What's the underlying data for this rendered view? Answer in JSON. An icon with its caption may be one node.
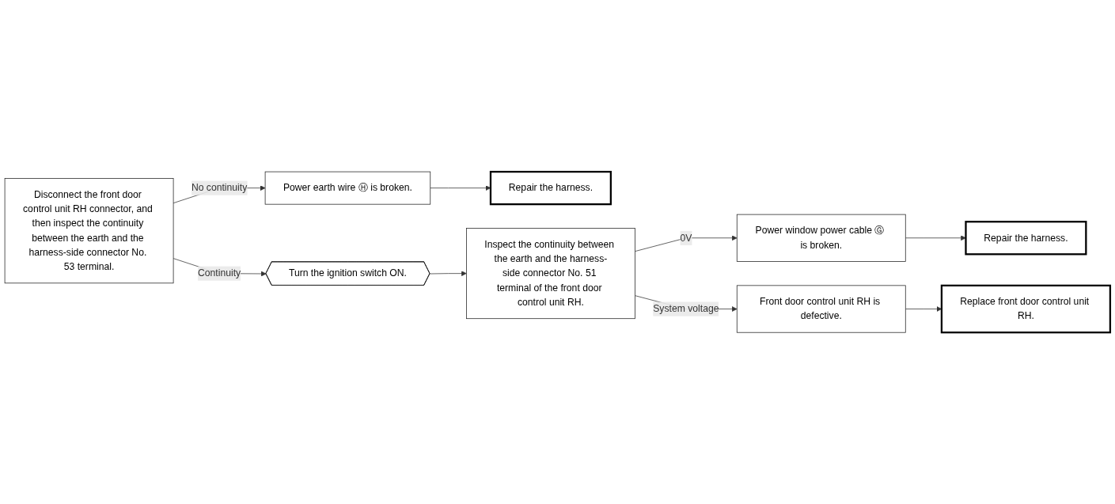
{
  "diagram": {
    "nodes": [
      {
        "text": [
          "Disconnect the front door control unit RH connector, and then inspect the continuity between the earth and the harness-side connector No. 53 terminal."
        ]
      },
      {
        "text": [
          "Power earth wire Ⓗ is broken."
        ]
      },
      {
        "text": [
          "Repair the harness."
        ]
      },
      {
        "text": [
          "Turn the ignition switch ON."
        ]
      },
      {
        "text": [
          "Inspect the continuity between the earth and the harness-side connector No. 51 terminal of the front door control unit RH."
        ]
      },
      {
        "text": [
          "Power window power cable Ⓖ is broken."
        ]
      },
      {
        "text": [
          "Repair the harness."
        ]
      },
      {
        "text": [
          "Front door control unit RH is defective."
        ]
      },
      {
        "text": [
          "Replace front door control unit RH."
        ]
      }
    ],
    "edges": [
      {
        "from": 0,
        "to": 1,
        "arrow": "to",
        "label": "No continuity"
      },
      {
        "from": 1,
        "to": 2,
        "arrow": "to"
      },
      {
        "from": 0,
        "to": 3,
        "arrow": "to",
        "label": "Continuity"
      },
      {
        "from": 3,
        "to": 4,
        "arrow": "to"
      },
      {
        "from": 4,
        "to": 5,
        "arrow": "to",
        "label": "0V"
      },
      {
        "from": 5,
        "to": 6,
        "arrow": "to"
      },
      {
        "from": 4,
        "to": 7,
        "arrow": "to",
        "label": "System voltage"
      },
      {
        "from": 7,
        "to": 8,
        "arrow": "to"
      }
    ]
  }
}
